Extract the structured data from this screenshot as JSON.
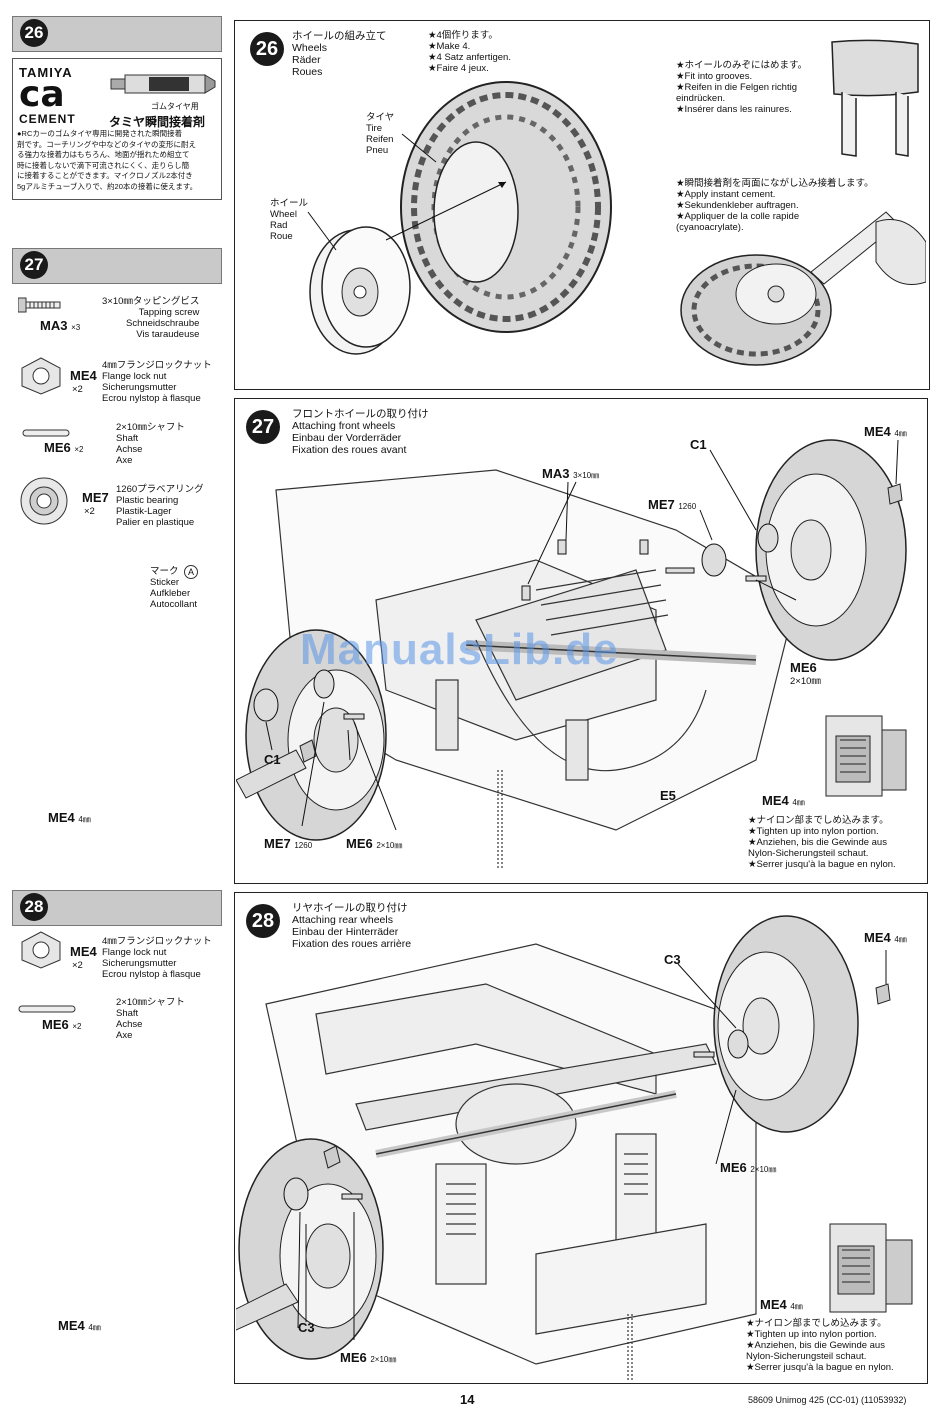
{
  "page": {
    "number": "14",
    "footer": "58609 Unimog 425 (CC-01) (11053932)",
    "watermark": "ManualsLib.de"
  },
  "sidebar": {
    "step26": {
      "number": "26",
      "cement_brand_top": "TAMIYA",
      "cement_brand_big": "CA",
      "cement_brand_bottom": "CEMENT",
      "cement_tube_label": "ゴムタイヤ用",
      "cement_jp_name": "タミヤ瞬間接着剤",
      "cement_desc": "●RCカーのゴムタイヤ専用に開発された瞬間接着\n剤です。コーチリングや中などのタイヤの変形に耐え\nる強力な接着力はもちろん、地面が揺れため組立て\n時に接着しないで滴下可流されにくく、走りらし簡\nに接着することができます。マイクロノズル2本付き\n5gアルミチューブ入りで、約20本の接着に使えます。"
    },
    "step27": {
      "number": "27",
      "parts": [
        {
          "code": "MA3",
          "qty": "×3",
          "label": "3×10㎜タッピングビス\nTapping screw\nSchneidschraube\nVis taraudeuse"
        },
        {
          "code": "ME4",
          "qty": "×2",
          "label": "4㎜フランジロックナット\nFlange lock nut\nSicherungsmutter\nEcrou nylstop à flasque"
        },
        {
          "code": "ME6",
          "qty": "×2",
          "label": "2×10㎜シャフト\nShaft\nAchse\nAxe"
        },
        {
          "code": "ME7",
          "qty": "×2",
          "label": "1260プラベアリング\nPlastic bearing\nPlastik-Lager\nPalier en plastique"
        },
        {
          "code": "A",
          "qty": "",
          "label": "マーク\nSticker\nAufkleber\nAutocollant"
        }
      ]
    },
    "step28": {
      "number": "28",
      "parts": [
        {
          "code": "ME4",
          "qty": "×2",
          "label": "4㎜フランジロックナット\nFlange lock nut\nSicherungsmutter\nEcrou nylstop à flasque"
        },
        {
          "code": "ME6",
          "qty": "×2",
          "label": "2×10㎜シャフト\nShaft\nAchse\nAxe"
        }
      ]
    }
  },
  "panel26": {
    "number": "26",
    "title": "ホイールの組み立て\nWheels\nRäder\nRoues",
    "qty_note": "★4個作ります。\n★Make 4.\n★4 Satz anfertigen.\n★Faire 4 jeux.",
    "tire_label": "タイヤ\nTire\nReifen\nPneu",
    "wheel_label": "ホイール\nWheel\nRad\nRoue",
    "grooves_note": "★ホイールのみぞにはめます。\n★Fit into grooves.\n★Reifen in die Felgen richtig\neindrücken.\n★Insérer dans les rainures.",
    "cement_note": "★瞬間接着剤を両面にながし込み接着します。\n★Apply instant cement.\n★Sekundenkleber auftragen.\n★Appliquer de la colle rapide\n(cyanoacrylate)."
  },
  "panel27": {
    "number": "27",
    "title": "フロントホイールの取り付け\nAttaching front wheels\nEinbau der Vorderräder\nFixation des roues avant",
    "callouts": {
      "c1_top": "C1",
      "me4_top": "ME4",
      "me4_top_size": "4㎜",
      "ma3": "MA3",
      "ma3_size": "3×10㎜",
      "me7_top": "ME7",
      "me7_top_size": "1260",
      "me6_right": "ME6",
      "me6_right_size": "2×10㎜",
      "c1_left": "C1",
      "me4_left": "ME4",
      "me4_left_size": "4㎜",
      "e5": "E5",
      "me7_bottom": "ME7",
      "me7_bottom_size": "1260",
      "me6_bottom": "ME6",
      "me6_bottom_size": "2×10㎜",
      "me4_detail": "ME4",
      "me4_detail_size": "4㎜"
    },
    "nylon_note": "★ナイロン部までしめ込みます。\n★Tighten up into nylon portion.\n★Anziehen, bis die Gewinde aus\nNylon-Sicherungsteil schaut.\n★Serrer jusqu'à la bague en nylon."
  },
  "panel28": {
    "number": "28",
    "title": "リヤホイールの取り付け\nAttaching rear wheels\nEinbau der Hinterräder\nFixation des roues arrière",
    "callouts": {
      "me4_top": "ME4",
      "me4_top_size": "4㎜",
      "c3_top": "C3",
      "me6_right": "ME6",
      "me6_right_size": "2×10㎜",
      "me4_left": "ME4",
      "me4_left_size": "4㎜",
      "c3_left": "C3",
      "me6_bottom": "ME6",
      "me6_bottom_size": "2×10㎜",
      "me4_detail": "ME4",
      "me4_detail_size": "4㎜"
    },
    "nylon_note": "★ナイロン部までしめ込みます。\n★Tighten up into nylon portion.\n★Anziehen, bis die Gewinde aus\nNylon-Sicherungsteil schaut.\n★Serrer jusqu'à la bague en nylon."
  }
}
